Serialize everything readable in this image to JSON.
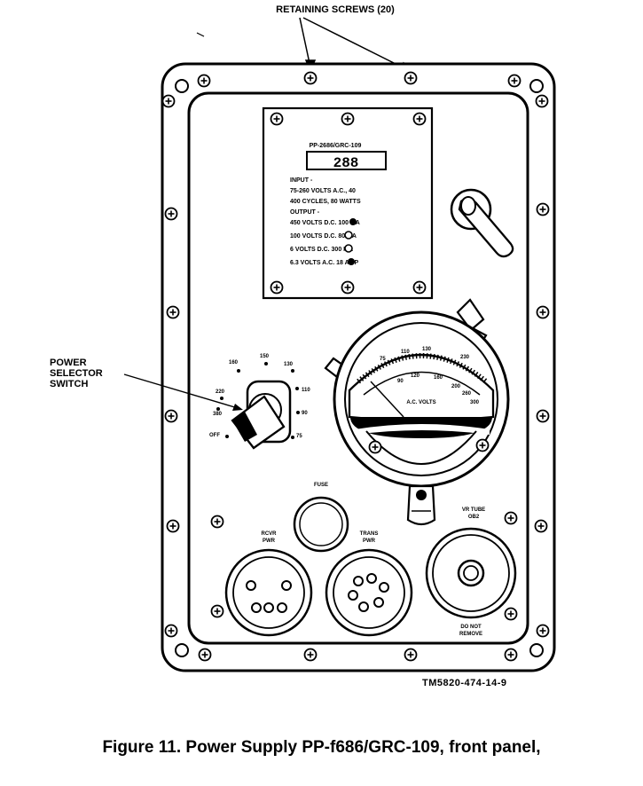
{
  "callouts": {
    "retaining_screws": "RETAINING SCREWS (20)",
    "power_selector_line1": "POWER",
    "power_selector_line2": "SELECTOR",
    "power_selector_line3": "SWITCH"
  },
  "nameplate": {
    "model": "PP-2686/GRC-109",
    "serial": "288",
    "lines": [
      "INPUT -",
      "75-260 VOLTS A.C., 40",
      "400 CYCLES, 80 WATTS",
      "OUTPUT -",
      "450 VOLTS D.C. 100 MA",
      "100 VOLTS D.C. 80 MA",
      "6 VOLTS D.C. 300 MA",
      "6.3 VOLTS A.C. 18 AMP"
    ]
  },
  "selector_positions": [
    "OFF",
    "380",
    "220",
    "160",
    "150",
    "130",
    "110",
    "90",
    "75"
  ],
  "meter": {
    "label": "A.C. VOLTS",
    "scale": [
      "75",
      "110",
      "130",
      "230",
      "90",
      "120",
      "160",
      "200",
      "260",
      "300"
    ]
  },
  "labels": {
    "fuse": "FUSE",
    "rcvr_pwr_1": "RCVR",
    "rcvr_pwr_2": "PWR",
    "trans_pwr_1": "TRANS",
    "trans_pwr_2": "PWR",
    "vr_tube_1": "VR TUBE",
    "vr_tube_2": "OB2",
    "do_not_remove_1": "DO NOT",
    "do_not_remove_2": "REMOVE"
  },
  "tm_number": "TM5820-474-14-9",
  "caption": "Figure 11.  Power Supply PP-f686/GRC-109, front panel,"
}
